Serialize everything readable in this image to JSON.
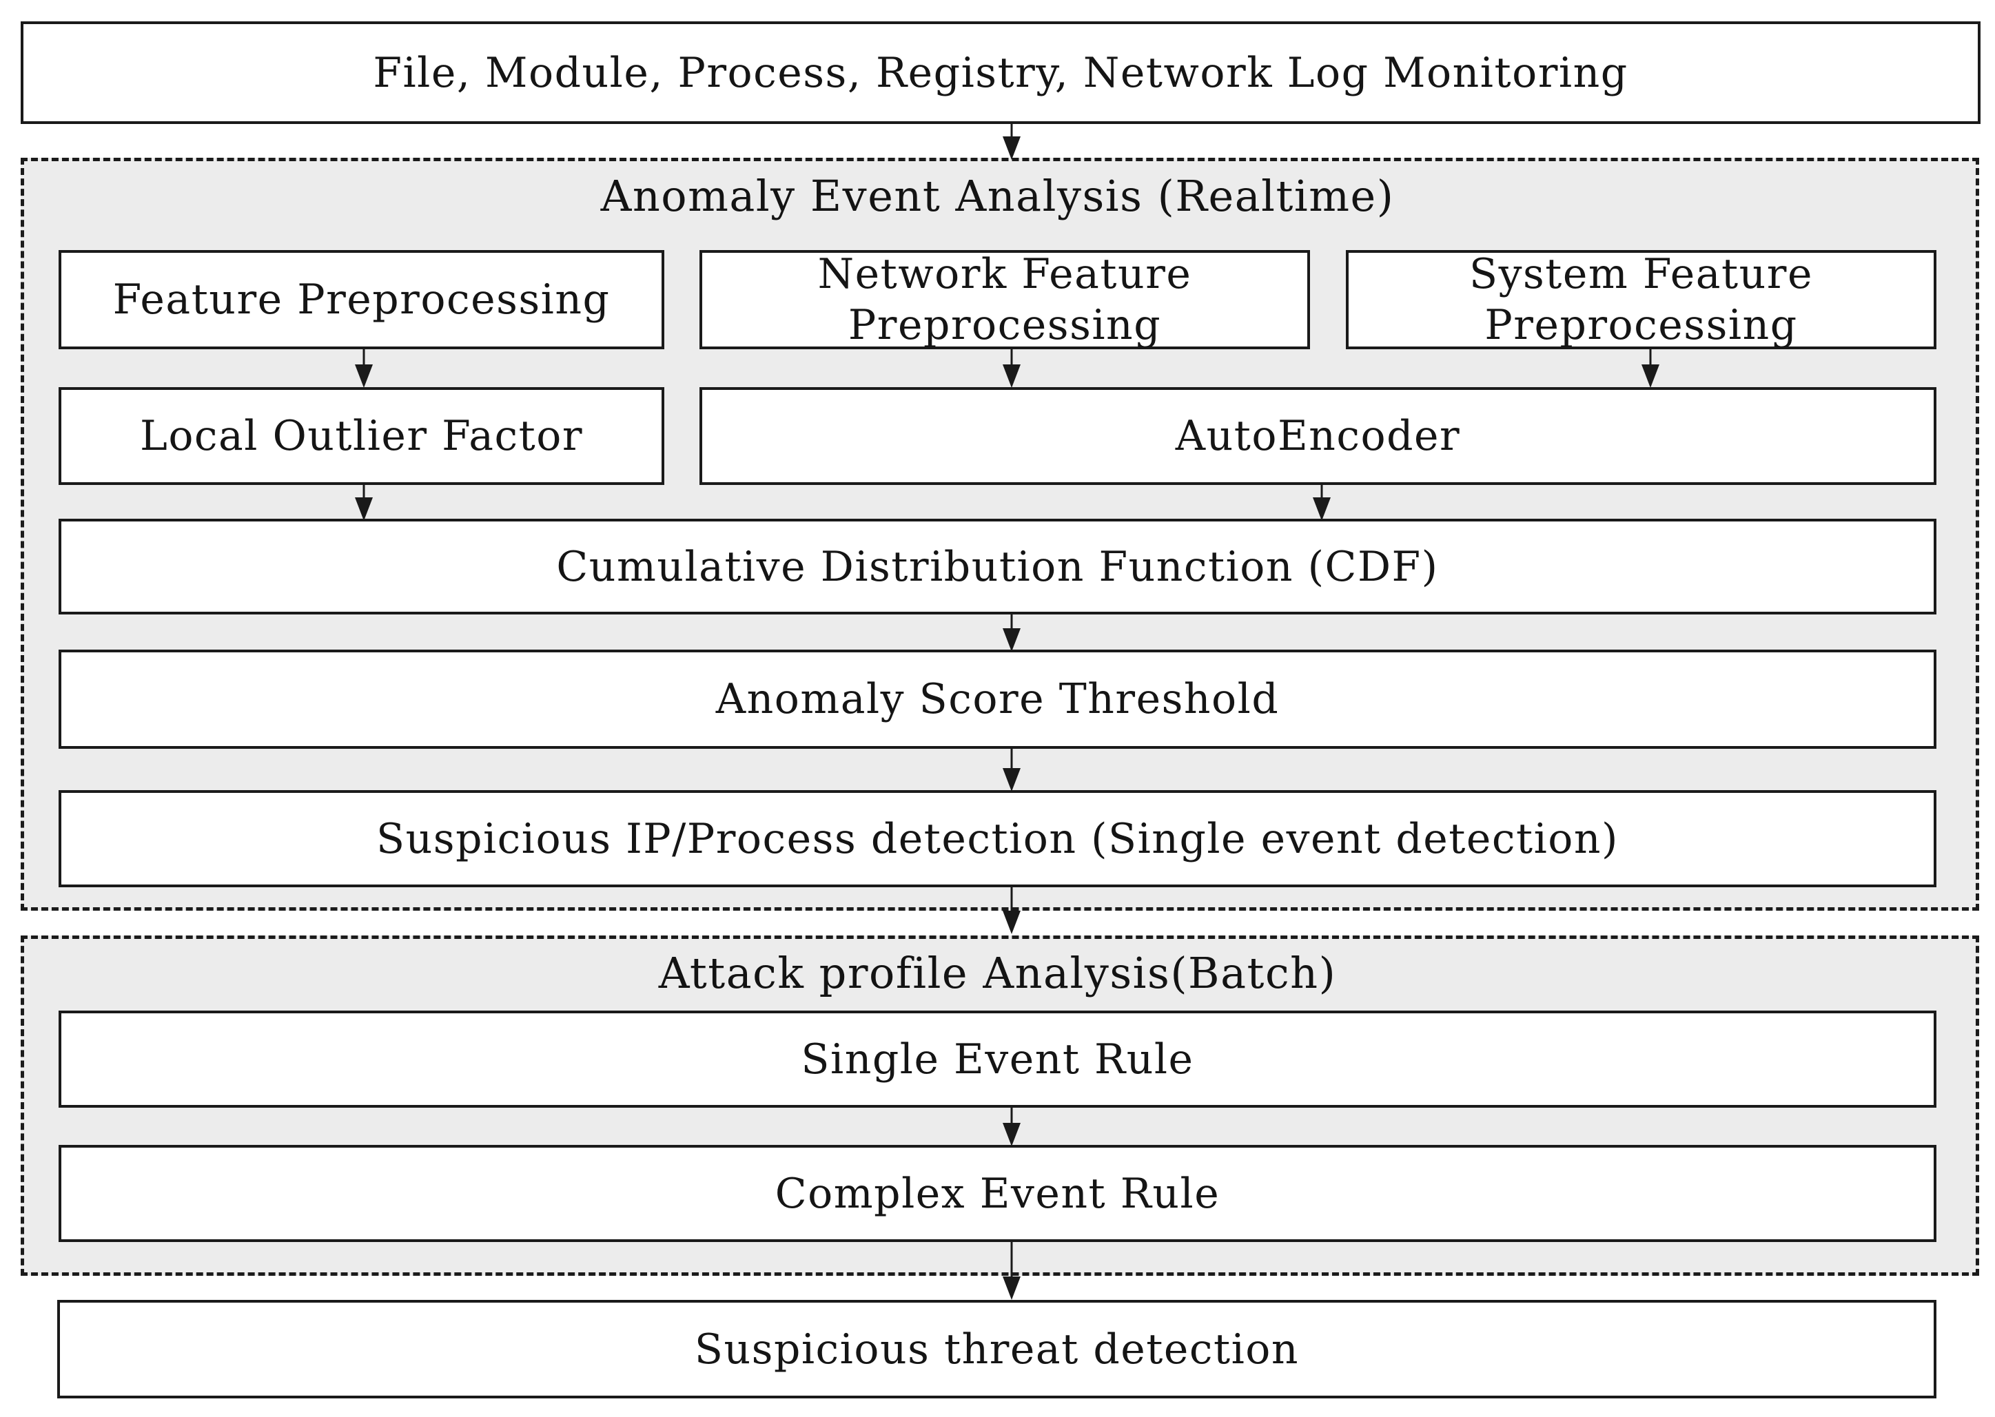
{
  "diagram": {
    "source": {
      "label": "File, Module, Process, Registry, Network Log Monitoring"
    },
    "realtime": {
      "title": "Anomaly Event Analysis (Realtime)",
      "feature_preprocessing": "Feature Preprocessing",
      "network_feature_preprocessing": "Network Feature Preprocessing",
      "system_feature_preprocessing": "System Feature Preprocessing",
      "local_outlier_factor": "Local Outlier Factor",
      "autoencoder": "AutoEncoder",
      "cdf": "Cumulative Distribution Function (CDF)",
      "anomaly_score_threshold": "Anomaly Score Threshold",
      "suspicious_detection": "Suspicious IP/Process detection (Single event detection)"
    },
    "batch": {
      "title": "Attack profile Analysis(Batch)",
      "single_event_rule": "Single Event Rule",
      "complex_event_rule": "Complex Event Rule"
    },
    "output": {
      "label": "Suspicious threat detection"
    },
    "colors": {
      "section_fill": "#ececec",
      "line": "#1a1a1a",
      "box_fill": "#ffffff",
      "page_bg": "#ffffff"
    }
  }
}
